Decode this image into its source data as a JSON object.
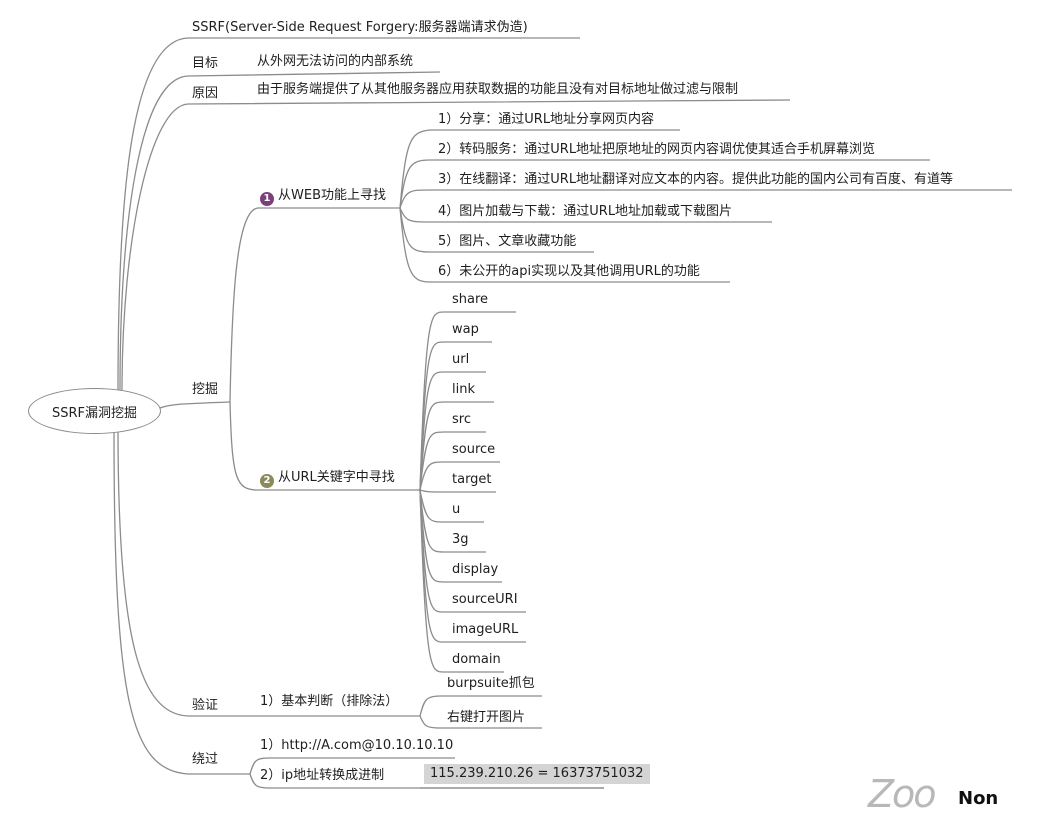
{
  "root": {
    "label": "SSRF漏洞挖掘"
  },
  "top_note": {
    "label": "SSRF(Server-Side Request Forgery:服务器端请求伪造)"
  },
  "goal": {
    "label": "目标",
    "value": "从外网无法访问的内部系统"
  },
  "cause": {
    "label": "原因",
    "value": "由于服务端提供了从其他服务器应用获取数据的功能且没有对目标地址做过滤与限制"
  },
  "mining": {
    "label": "挖掘",
    "web": {
      "badge": "1",
      "badge_color": "#7b3f7a",
      "label": "从WEB功能上寻找",
      "items": [
        "1）分享：通过URL地址分享网页内容",
        "2）转码服务：通过URL地址把原地址的网页内容调优使其适合手机屏幕浏览",
        "3）在线翻译：通过URL地址翻译对应文本的内容。提供此功能的国内公司有百度、有道等",
        "4）图片加载与下载：通过URL地址加载或下载图片",
        "5）图片、文章收藏功能",
        "6）未公开的api实现以及其他调用URL的功能"
      ]
    },
    "keywords": {
      "badge": "2",
      "badge_color": "#8a8a5a",
      "label": "从URL关键字中寻找",
      "items": [
        "share",
        "wap",
        "url",
        "link",
        "src",
        "source",
        "target",
        "u",
        "3g",
        "display",
        "sourceURI",
        "imageURL",
        "domain"
      ]
    }
  },
  "verify": {
    "label": "验证",
    "method": "1）基本判断（排除法）",
    "items": [
      "burpsuite抓包",
      "右键打开图片"
    ]
  },
  "bypass": {
    "label": "绕过",
    "items": [
      "1）http://A.com@10.10.10.10",
      "2）ip地址转换成进制"
    ],
    "conversion": "115.239.210.26 = 16373751032"
  },
  "watermark": {
    "text1": "Zoo",
    "text2": "Non"
  },
  "colors": {
    "line": "#8c8c8c",
    "highlight_bg": "#d4d4d4"
  }
}
